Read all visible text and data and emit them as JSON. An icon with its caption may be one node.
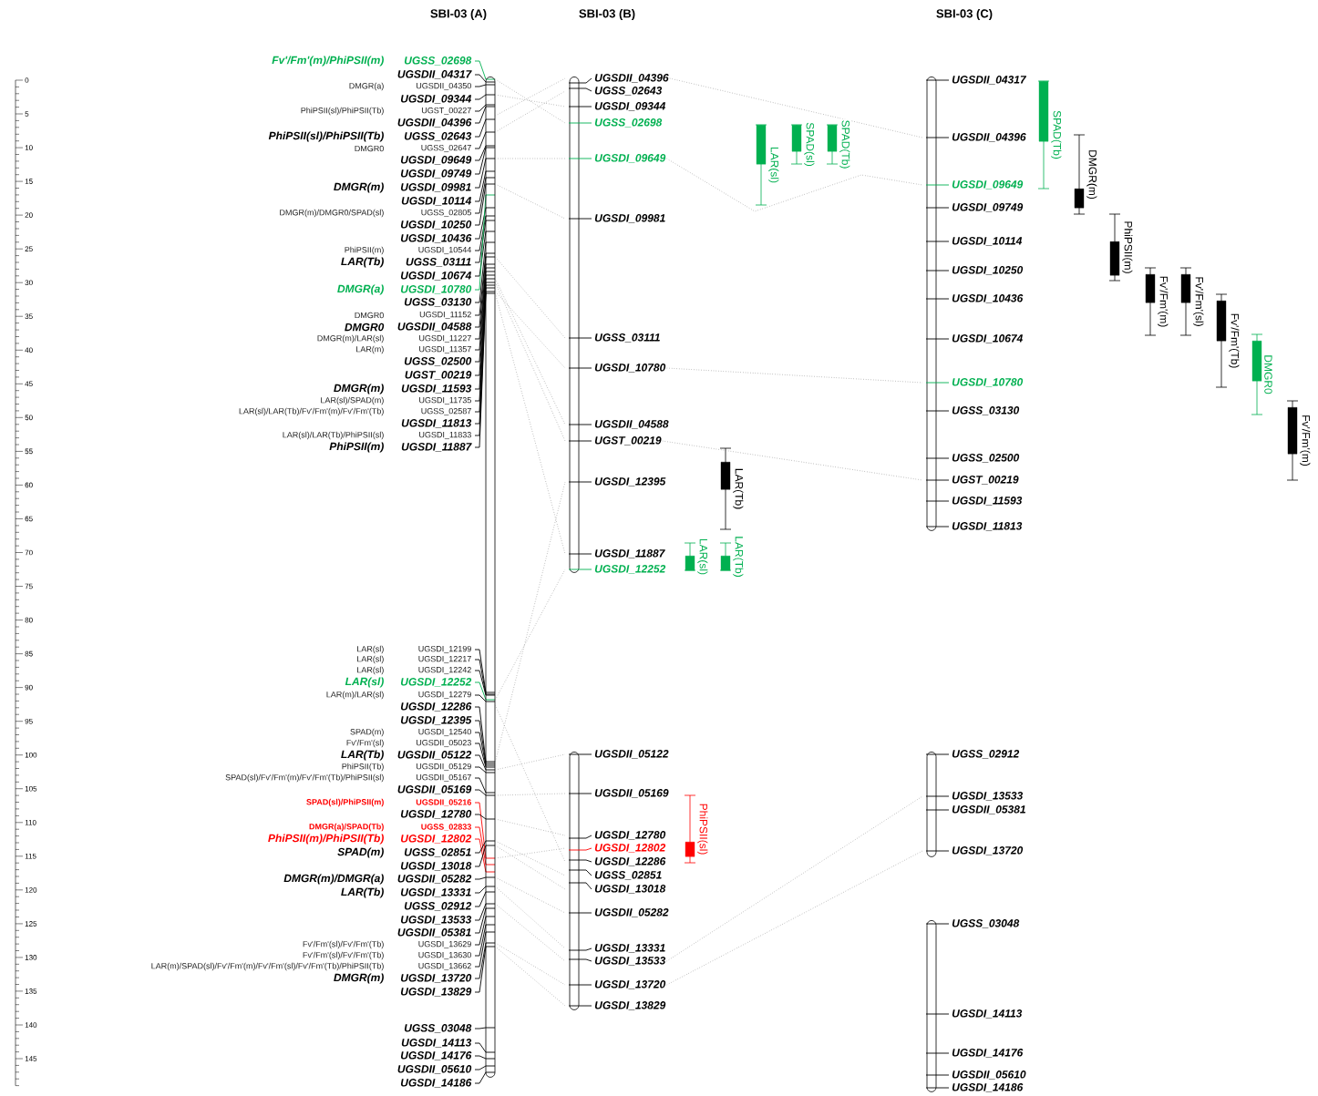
{
  "diagram": {
    "nodes": [
      {
        "text": [],
        "shape": "bar"
      },
      {
        "text": [],
        "shape": "bar"
      },
      {
        "text": [],
        "shape": "bar"
      },
      {
        "text": [],
        "shape": "bar"
      },
      {
        "text": [],
        "shape": "bar"
      },
      {
        "text": [],
        "shape": "bar"
      },
      {
        "text": [
          "UGSDII_04396"
        ]
      },
      {
        "text": [
          "UGSS_02643"
        ]
      },
      {
        "text": [
          "UGSDI_09344"
        ]
      },
      {
        "text": [
          "UGSS_02698"
        ]
      },
      {
        "text": [
          "UGSDI_09649"
        ]
      },
      {
        "text": [
          "UGSDI_09981"
        ]
      },
      {
        "text": [
          "UGSS_03111"
        ]
      },
      {
        "text": [
          "UGSDI_10780"
        ]
      },
      {
        "text": [
          "UGSDII_04588"
        ]
      },
      {
        "text": [
          "UGST_00219"
        ]
      },
      {
        "text": [
          "UGSDI_12395"
        ]
      },
      {
        "text": [
          "UGSDI_11887"
        ]
      },
      {
        "text": [
          "UGSDI_12252"
        ]
      },
      {
        "text": [
          "UGSDII_05122"
        ]
      },
      {
        "text": [
          "UGSDII_05169"
        ]
      },
      {
        "text": [
          "UGSDI_12780"
        ]
      },
      {
        "text": [
          "UGSDI_12802"
        ]
      },
      {
        "text": [
          "UGSDI_12286"
        ]
      },
      {
        "text": [
          "UGSS_02851"
        ]
      },
      {
        "text": [
          "UGSDI_13018"
        ]
      },
      {
        "text": [
          "UGSDII_05282"
        ]
      },
      {
        "text": [
          "UGSDI_13331"
        ]
      },
      {
        "text": [
          "UGSDI_13533"
        ]
      },
      {
        "text": [
          "UGSDI_13720"
        ]
      },
      {
        "text": [
          "UGSDI_13829"
        ]
      },
      {
        "text": [
          "UGSDII_04317"
        ]
      },
      {
        "text": [
          "UGSDII_04396"
        ]
      },
      {
        "text": [
          "UGSDI_09649"
        ]
      },
      {
        "text": [
          "UGSDI_09749"
        ]
      },
      {
        "text": [
          "UGSDI_10114"
        ]
      },
      {
        "text": [
          "UGSDI_10250"
        ]
      },
      {
        "text": [
          "UGSDI_10436"
        ]
      },
      {
        "text": [
          "UGSDI_10674"
        ]
      },
      {
        "text": [
          "UGSDI_10780"
        ]
      },
      {
        "text": [
          "UGSS_03130"
        ]
      },
      {
        "text": [
          "UGSS_02500"
        ]
      },
      {
        "text": [
          "UGST_00219"
        ]
      },
      {
        "text": [
          "UGSDI_11593"
        ]
      },
      {
        "text": [
          "UGSDI_11813"
        ]
      },
      {
        "text": [
          "UGSS_02912"
        ]
      },
      {
        "text": [
          "UGSDI_13533"
        ]
      },
      {
        "text": [
          "UGSDII_05381"
        ]
      },
      {
        "text": [
          "UGSDI_13720"
        ]
      },
      {
        "text": [
          "UGSS_03048"
        ]
      },
      {
        "text": [
          "UGSDI_14113"
        ]
      },
      {
        "text": [
          "UGSDI_14176"
        ]
      },
      {
        "text": [
          "UGSDII_05610"
        ]
      },
      {
        "text": [
          "UGSDI_14186"
        ]
      },
      {
        "text": [
          "LAR(sl)"
        ]
      },
      {
        "text": [
          "SPAD(sl)"
        ]
      },
      {
        "text": [
          "SPAD(Tb)"
        ]
      },
      {
        "text": [
          "LAR(Tb)"
        ]
      },
      {
        "text": [
          "LAR(sl)"
        ]
      },
      {
        "text": [
          "LAR(Tb)"
        ]
      },
      {
        "text": [
          "PhiPSII(sl)"
        ]
      },
      {
        "text": [
          "SPAD(Tb)"
        ]
      },
      {
        "text": [
          "DMGR(m)"
        ]
      },
      {
        "text": [
          "PhiPSII(m)"
        ]
      },
      {
        "text": [
          "Fv'/Fm'(m)"
        ]
      },
      {
        "text": [
          "Fv'/Fm'(sl)"
        ]
      },
      {
        "text": [
          "Fv'/Fm'(Tb)"
        ]
      },
      {
        "text": [
          "DMGR0"
        ]
      },
      {
        "text": [
          "Fv'/Fm'(m)"
        ]
      }
    ],
    "edges": [
      {
        "from": 0,
        "to": 6,
        "arrow": "none"
      },
      {
        "from": 0,
        "to": 7,
        "arrow": "none"
      },
      {
        "from": 0,
        "to": 8,
        "arrow": "none"
      },
      {
        "from": 0,
        "to": 9,
        "arrow": "none"
      },
      {
        "from": 0,
        "to": 10,
        "arrow": "none"
      },
      {
        "from": 0,
        "to": 11,
        "arrow": "none"
      },
      {
        "from": 0,
        "to": 12,
        "arrow": "none"
      },
      {
        "from": 0,
        "to": 13,
        "arrow": "none"
      },
      {
        "from": 0,
        "to": 14,
        "arrow": "none"
      },
      {
        "from": 0,
        "to": 15,
        "arrow": "none"
      },
      {
        "from": 0,
        "to": 16,
        "arrow": "none"
      },
      {
        "from": 0,
        "to": 17,
        "arrow": "none"
      },
      {
        "from": 0,
        "to": 18,
        "arrow": "none"
      },
      {
        "from": 0,
        "to": 19,
        "arrow": "none"
      },
      {
        "from": 0,
        "to": 20,
        "arrow": "none"
      },
      {
        "from": 0,
        "to": 21,
        "arrow": "none"
      },
      {
        "from": 0,
        "to": 22,
        "arrow": "none"
      },
      {
        "from": 0,
        "to": 23,
        "arrow": "none"
      },
      {
        "from": 0,
        "to": 24,
        "arrow": "none"
      },
      {
        "from": 0,
        "to": 25,
        "arrow": "none"
      },
      {
        "from": 0,
        "to": 26,
        "arrow": "none"
      },
      {
        "from": 0,
        "to": 27,
        "arrow": "none"
      },
      {
        "from": 0,
        "to": 28,
        "arrow": "none"
      },
      {
        "from": 0,
        "to": 29,
        "arrow": "none"
      },
      {
        "from": 0,
        "to": 30,
        "arrow": "none"
      },
      {
        "from": 6,
        "to": 32,
        "arrow": "none"
      },
      {
        "from": 10,
        "to": 33,
        "arrow": "none"
      },
      {
        "from": 13,
        "to": 39,
        "arrow": "none"
      },
      {
        "from": 15,
        "to": 42,
        "arrow": "none"
      },
      {
        "from": 28,
        "to": 46,
        "arrow": "none"
      },
      {
        "from": 29,
        "to": 48,
        "arrow": "none"
      }
    ],
    "labels": [
      "SBI-03 (A)",
      "SBI-03 (B)",
      "SBI-03 (C)",
      "0",
      "5",
      "10",
      "15",
      "20",
      "25",
      "30",
      "35",
      "40",
      "45",
      "50",
      "55",
      "60",
      "65",
      "70",
      "75",
      "80",
      "85",
      "90",
      "95",
      "100",
      "105",
      "110",
      "115",
      "120",
      "125",
      "130",
      "135",
      "140",
      "145",
      "Fv'/Fm'(m)/PhiPSII(m)",
      "UGSS_02698",
      "UGSDII_04317",
      "DMGR(a)",
      "UGSDII_04350",
      "UGSDI_09344",
      "PhiPSII(sl)/PhiPSII(Tb)",
      "UGST_00227",
      "UGSDII_04396",
      "PhiPSII(sl)/PhiPSII(Tb)",
      "UGSS_02643",
      "DMGR0",
      "UGSS_02647",
      "UGSDI_09649",
      "UGSDI_09749",
      "DMGR(m)",
      "UGSDI_09981",
      "UGSDI_10114",
      "DMGR(m)/DMGR0/SPAD(sl)",
      "UGSS_02805",
      "UGSDI_10250",
      "UGSDI_10436",
      "PhiPSII(m)",
      "UGSDI_10544",
      "LAR(Tb)",
      "UGSS_03111",
      "UGSDI_10674",
      "DMGR(a)",
      "UGSDI_10780",
      "UGSS_03130",
      "DMGR0",
      "UGSDI_11152",
      "DMGR0",
      "UGSDII_04588",
      "DMGR(m)/LAR(sl)",
      "UGSDI_11227",
      "LAR(m)",
      "UGSDI_11357",
      "UGSS_02500",
      "UGST_00219",
      "DMGR(m)",
      "UGSDI_11593",
      "LAR(sl)/SPAD(m)",
      "UGSDI_11735",
      "LAR(sl)/LAR(Tb)/Fv'/Fm'(m)/Fv'/Fm'(Tb)",
      "UGSS_02587",
      "UGSDI_11813",
      "LAR(sl)/LAR(Tb)/PhiPSII(sl)",
      "UGSDI_11833",
      "PhiPSII(m)",
      "UGSDI_11887",
      "LAR(sl)",
      "UGSDI_12199",
      "LAR(sl)",
      "UGSDI_12217",
      "LAR(sl)",
      "UGSDI_12242",
      "LAR(sl)",
      "UGSDI_12252",
      "LAR(m)/LAR(sl)",
      "UGSDI_12279",
      "UGSDI_12286",
      "UGSDI_12395",
      "SPAD(m)",
      "UGSDI_12540",
      "Fv'/Fm'(sl)",
      "UGSDII_05023",
      "LAR(Tb)",
      "UGSDII_05122",
      "PhiPSII(Tb)",
      "UGSDII_05129",
      "SPAD(sl)/Fv'/Fm'(m)/Fv'/Fm'(Tb)/PhiPSII(sl)",
      "UGSDII_05167",
      "UGSDII_05169",
      "SPAD(sl)/PhiPSII(m)",
      "UGSDII_05216",
      "UGSDI_12780",
      "DMGR(a)/SPAD(Tb)",
      "UGSS_02833",
      "PhiPSII(m)/PhiPSII(Tb)",
      "UGSDI_12802",
      "SPAD(m)",
      "UGSS_02851",
      "UGSDI_13018",
      "DMGR(m)/DMGR(a)",
      "UGSDII_05282",
      "LAR(Tb)",
      "UGSDI_13331",
      "UGSS_02912",
      "UGSDI_13533",
      "UGSDII_05381",
      "Fv'/Fm'(sl)/Fv'/Fm'(Tb)",
      "UGSDI_13629",
      "Fv'/Fm'(sl)/Fv'/Fm'(Tb)",
      "UGSDI_13630",
      "LAR(m)/SPAD(sl)/Fv'/Fm'(m)/Fv'/Fm'(sl)/Fv'/Fm'(Tb)/PhiPSII(Tb)",
      "UGSDI_13662",
      "DMGR(m)",
      "UGSDI_13720",
      "UGSDI_13829",
      "UGSS_03048",
      "UGSDI_14113",
      "UGSDI_14176",
      "UGSDII_05610",
      "UGSDI_14186"
    ]
  }
}
